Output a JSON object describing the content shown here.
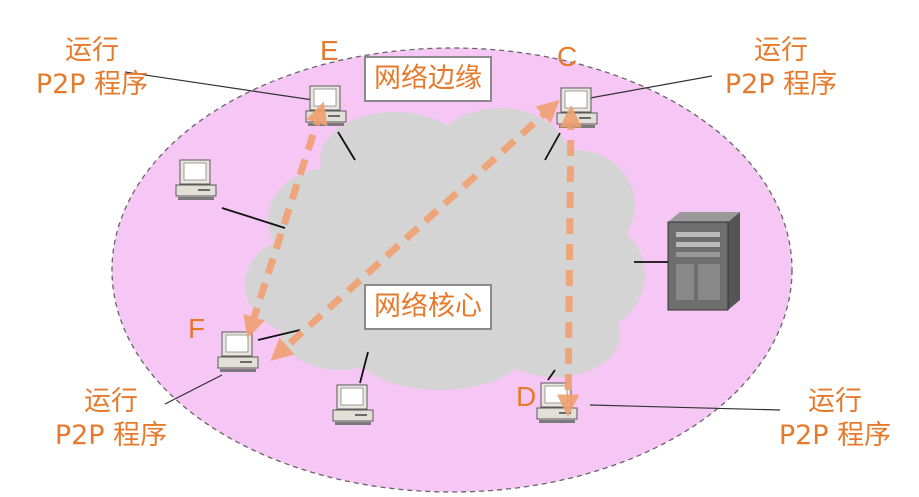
{
  "regions": {
    "edge_label": "网络边缘",
    "core_label": "网络核心"
  },
  "nodes": {
    "E": "E",
    "C": "C",
    "F": "F",
    "D": "D"
  },
  "callouts": {
    "E": {
      "line1": "运行",
      "line2": "P2P 程序"
    },
    "C": {
      "line1": "运行",
      "line2": "P2P 程序"
    },
    "F": {
      "line1": "运行",
      "line2": "P2P 程序"
    },
    "D": {
      "line1": "运行",
      "line2": "P2P 程序"
    }
  },
  "colors": {
    "accent": "#e67a2c",
    "edge_fill": "#f6c7f4",
    "core_fill": "#d4d4d4",
    "arrow": "#f0a070"
  }
}
